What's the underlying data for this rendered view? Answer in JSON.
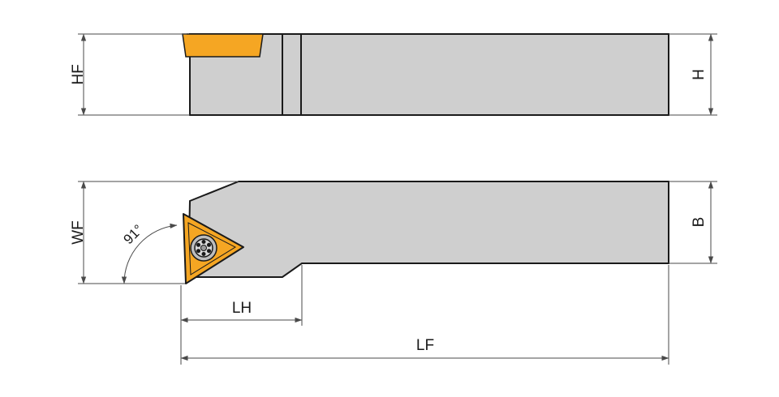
{
  "colors": {
    "body_fill": "#cfcfcf",
    "insert_fill": "#f5a623",
    "outline": "#1a1a1a",
    "dimension_line": "#4a4a4a"
  },
  "labels": {
    "hf": "HF",
    "h": "H",
    "wf": "WF",
    "b": "B",
    "lh": "LH",
    "lf": "LF",
    "angle": "91°"
  },
  "icons": {
    "screw": "torx-screw-icon"
  }
}
